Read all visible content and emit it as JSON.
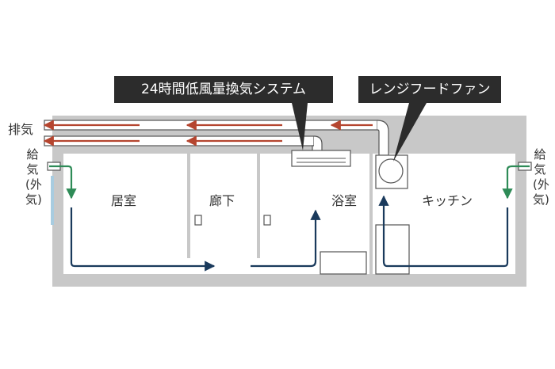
{
  "callouts": {
    "system": "24時間低風量換気システム",
    "rangehood": "レンジフードファン"
  },
  "labels": {
    "exhaust": "排気",
    "supply_left": "給気(外気)",
    "supply_right": "給気(外気)",
    "room_living": "居室",
    "room_hall": "廊下",
    "room_bath": "浴室",
    "room_kitchen": "キッチン"
  },
  "colors": {
    "exhaust_arrow": "#b5452f",
    "supply_arrow": "#2e8b57",
    "indoor_flow": "#1a3a5c",
    "wall": "#c8c8c8",
    "callout_bg": "#2c2c2c"
  }
}
